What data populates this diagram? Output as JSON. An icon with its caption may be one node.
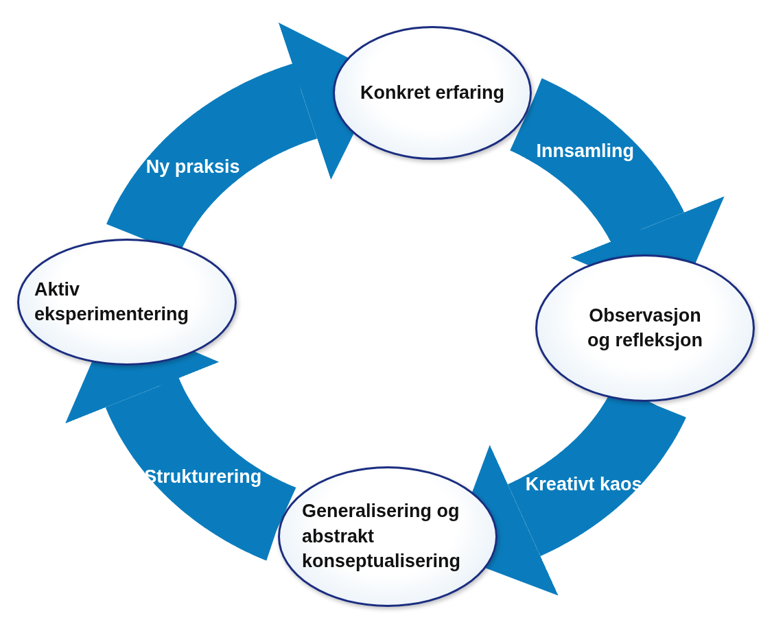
{
  "diagram": {
    "nodes": [
      {
        "text": [
          "Konkret erfaring"
        ]
      },
      {
        "text": [
          "Observasjon og refleksjon"
        ]
      },
      {
        "text": [
          "Generalisering og abstrakt konseptualisering"
        ]
      },
      {
        "text": [
          "Aktiv eksperimentering"
        ]
      }
    ],
    "edges": [
      {
        "from": 0,
        "to": 1,
        "arrow": "to",
        "label": "Innsamling"
      },
      {
        "from": 1,
        "to": 2,
        "arrow": "to",
        "label": "Kreativt kaos"
      },
      {
        "from": 2,
        "to": 3,
        "arrow": "to",
        "label": "Strukturering"
      },
      {
        "from": 3,
        "to": 0,
        "arrow": "to",
        "label": "Ny praksis"
      }
    ]
  }
}
